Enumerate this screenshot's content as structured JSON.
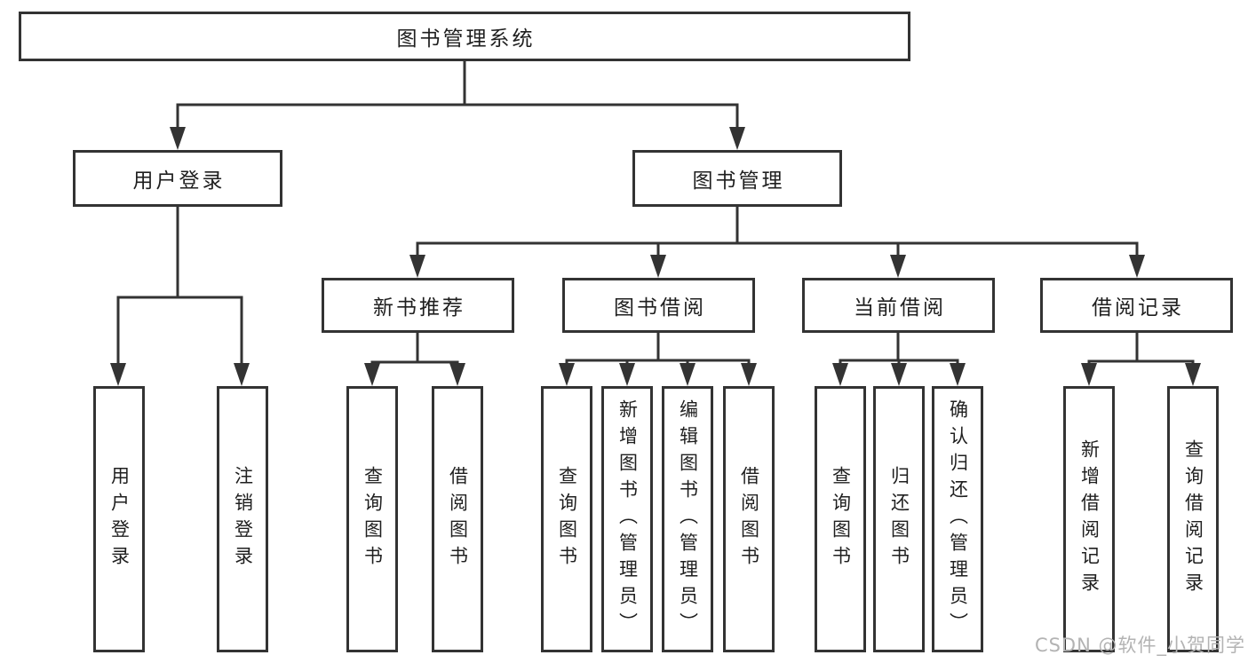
{
  "diagram": {
    "root": {
      "label": "图书管理系统"
    },
    "level2": [
      {
        "label": "用户登录"
      },
      {
        "label": "图书管理"
      }
    ],
    "level3": [
      {
        "label": "新书推荐"
      },
      {
        "label": "图书借阅"
      },
      {
        "label": "当前借阅"
      },
      {
        "label": "借阅记录"
      }
    ],
    "leaves": {
      "login": [
        "用户登录",
        "注销登录"
      ],
      "new_books": [
        "查询图书",
        "借阅图书"
      ],
      "borrow": [
        "查询图书",
        "新增图书（管理员）",
        "编辑图书（管理员）",
        "借阅图书"
      ],
      "current": [
        "查询图书",
        "归还图书",
        "确认归还（管理员）"
      ],
      "records": [
        "新增借阅记录",
        "查询借阅记录"
      ]
    }
  },
  "watermark": {
    "text": "CSDN @软件_小贺同学"
  },
  "colors": {
    "line": "#333333",
    "box_background": "#ffffff",
    "text": "#1f1f1f",
    "watermark": "#b3b3b3"
  }
}
